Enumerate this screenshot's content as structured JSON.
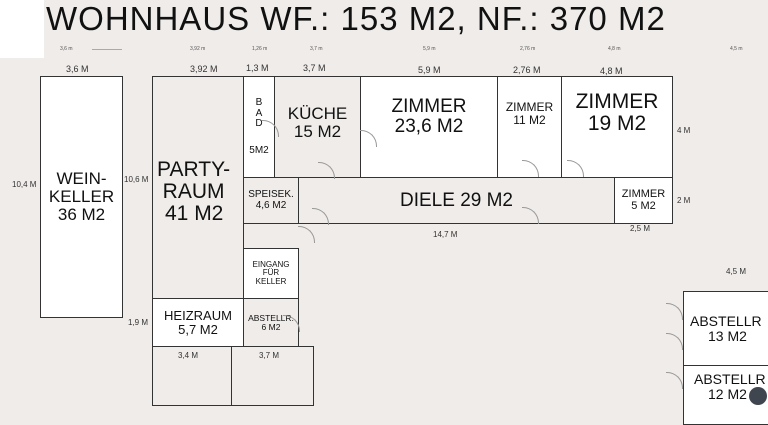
{
  "title": "WOHNHAUS WF.: 153 M2, NF.: 370 M2",
  "scale_labels": [
    "3,6 m",
    "3,92 m",
    "1,26 m",
    "3,7 m",
    "5,9 m",
    "2,76 m",
    "4,8 m",
    "4,5 m"
  ],
  "dimensions": {
    "d1": "3,6 M",
    "d2": "3,92 M",
    "d3": "1,3 M",
    "d4": "3,7 M",
    "d5": "5,9 M",
    "d6": "2,76 M",
    "d7": "4,8 M",
    "d8": "10,4 M",
    "d9": "10,6 M",
    "d10": "4 M",
    "d11": "2 M",
    "d12": "14,7 M",
    "d13": "2,5 M",
    "d14": "4,5 M",
    "d15": "1,9 M",
    "d16": "3,4 M",
    "d17": "3,7 M"
  },
  "rooms": {
    "weinkeller": {
      "name": "WEIN-\nKELLER",
      "area": "36 M2"
    },
    "partyraum": {
      "name": "PARTY-\nRAUM",
      "area": "41 M2"
    },
    "bad": {
      "name": "B\nA\nD",
      "area": "5M2"
    },
    "kueche": {
      "name": "KÜCHE",
      "area": "15 M2"
    },
    "zimmer1": {
      "name": "ZIMMER",
      "area": "23,6 M2"
    },
    "zimmer2": {
      "name": "ZIMMER",
      "area": "11 M2"
    },
    "zimmer3": {
      "name": "ZIMMER",
      "area": "19 M2"
    },
    "speisek": {
      "name": "SPEISEK.",
      "area": "4,6 M2"
    },
    "diele": {
      "name": "DIELE 29 M2"
    },
    "zimmer4": {
      "name": "ZIMMER",
      "area": "5 M2"
    },
    "eingang": {
      "name": "EINGANG\nFÜR\nKELLER"
    },
    "heizraum": {
      "name": "HEIZRAUM",
      "area": "5,7 M2"
    },
    "abstellr1": {
      "name": "ABSTELLR.",
      "area": "6 M2"
    },
    "abstellr2": {
      "name": "ABSTELLR",
      "area": "13 M2"
    },
    "abstellr3": {
      "name": "ABSTELLR",
      "area": "12 M2"
    }
  }
}
